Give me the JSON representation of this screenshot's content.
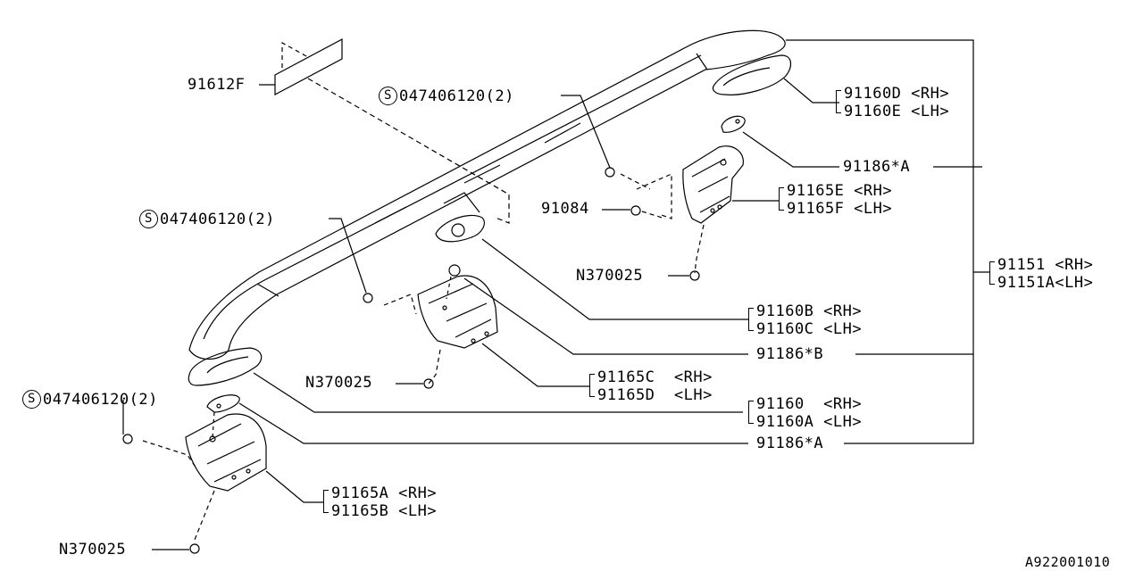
{
  "diagram_code": "A922001010",
  "parts": {
    "molding": "91612F",
    "screw_top": {
      "symbol": "S",
      "number": "047406120",
      "qty": "(2)"
    },
    "screw_mid": {
      "symbol": "S",
      "number": "047406120",
      "qty": "(2)"
    },
    "screw_bottom": {
      "symbol": "S",
      "number": "047406120",
      "qty": "(2)"
    },
    "pad_rear": {
      "rh": "91160D <RH>",
      "lh": "91160E <LH>"
    },
    "spacer_rear": "91186*A",
    "bracket_rear": {
      "rh": "91165E <RH>",
      "lh": "91165F <LH>"
    },
    "clip": "91084",
    "nut_rear": "N370025",
    "rail": {
      "rh": "91151 <RH>",
      "lh": "91151A<LH>"
    },
    "pad_mid": {
      "rh": "91160B <RH>",
      "lh": "91160C <LH>"
    },
    "spacer_mid": "91186*B",
    "nut_mid": "N370025",
    "bracket_mid": {
      "rh": "91165C  <RH>",
      "lh": "91165D  <LH>"
    },
    "pad_front": {
      "rh": "91160  <RH>",
      "lh": "91160A <LH>"
    },
    "spacer_front": "91186*A",
    "bracket_front": {
      "rh": "91165A <RH>",
      "lh": "91165B <LH>"
    },
    "nut_front": "N370025"
  }
}
